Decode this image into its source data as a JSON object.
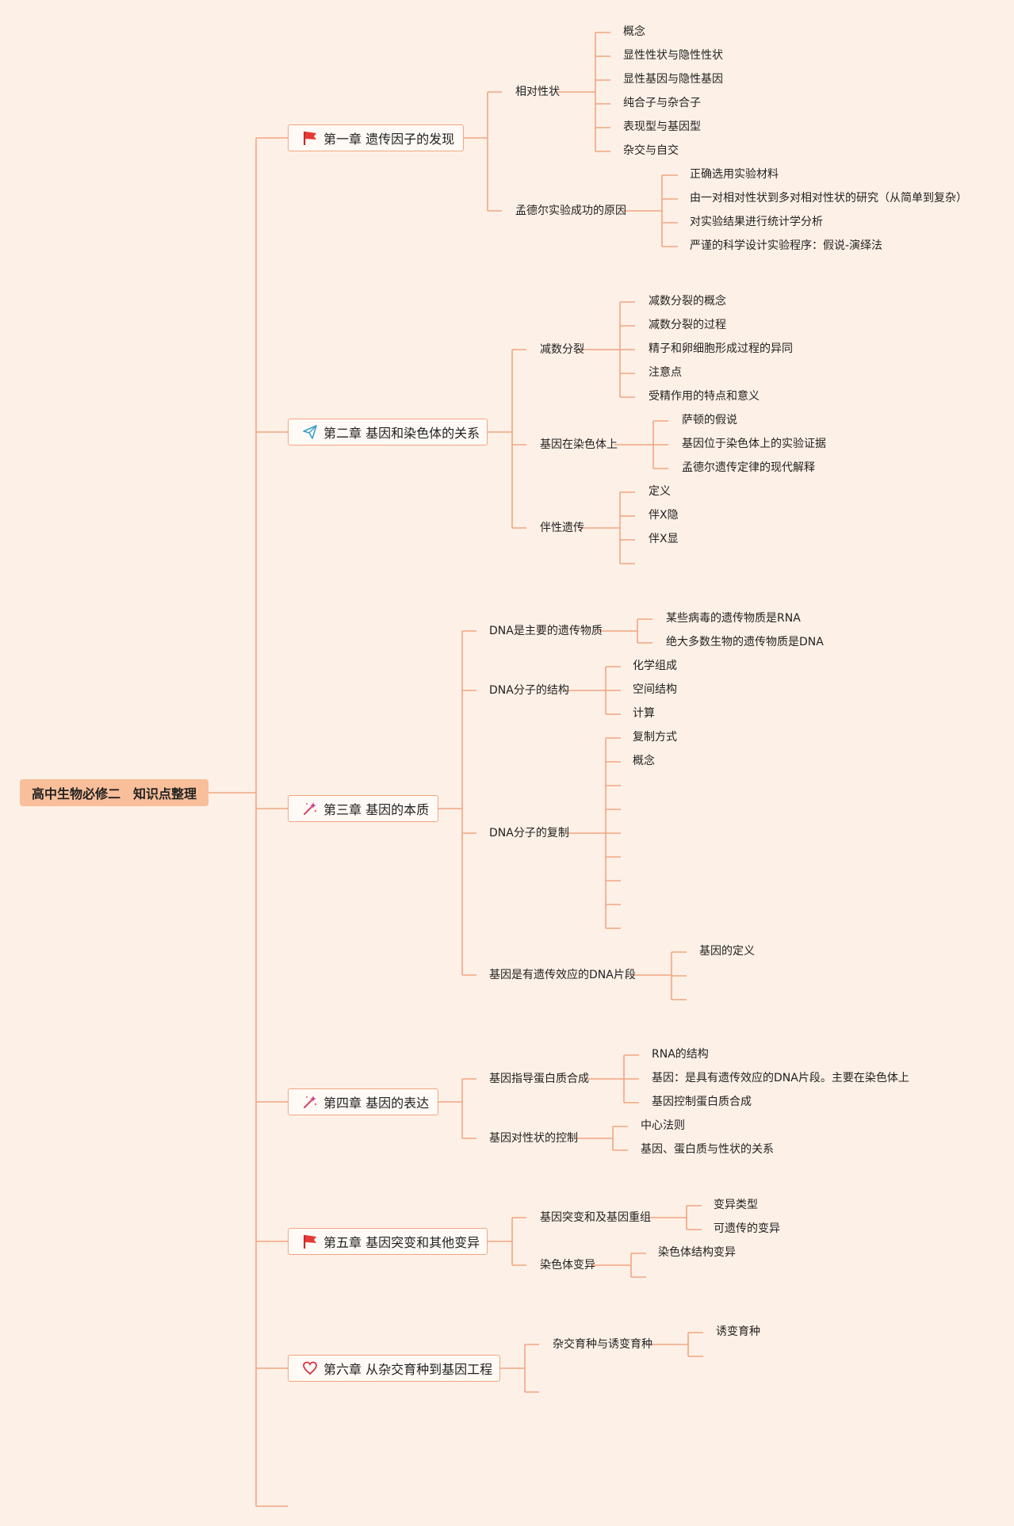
{
  "root": {
    "label": "高中生物必修二　知识点整理"
  },
  "chapters": [
    {
      "title": "第一章 遗传因子的发现",
      "icon": "red-flag-icon",
      "sections": [
        {
          "label": "相对性状",
          "items": [
            "概念",
            "显性性状与隐性性状",
            "显性基因与隐性基因",
            "纯合子与杂合子",
            "表现型与基因型",
            "杂交与自交"
          ]
        },
        {
          "label": "孟德尔实验成功的原因",
          "items": [
            "正确选用实验材料",
            "由一对相对性状到多对相对性状的研究（从简单到复杂）",
            "对实验结果进行统计学分析",
            "严谨的科学设计实验程序：假说-演绎法"
          ]
        }
      ]
    },
    {
      "title": "第二章 基因和染色体的关系",
      "icon": "paper-plane-icon",
      "sections": [
        {
          "label": "减数分裂",
          "items": [
            "减数分裂的概念",
            "减数分裂的过程",
            "精子和卵细胞形成过程的异同",
            "注意点",
            "受精作用的特点和意义"
          ]
        },
        {
          "label": "基因在染色体上",
          "items": [
            "萨顿的假说",
            "基因位于染色体上的实验证据",
            "孟德尔遗传定律的现代解释"
          ]
        },
        {
          "label": "伴性遗传",
          "items": [
            "定义",
            "伴X隐",
            "伴X显",
            ""
          ]
        }
      ]
    },
    {
      "title": "第三章 基因的本质",
      "icon": "magic-wand-icon",
      "sections": [
        {
          "label": "DNA是主要的遗传物质",
          "items": [
            "某些病毒的遗传物质是RNA",
            "绝大多数生物的遗传物质是DNA"
          ]
        },
        {
          "label": "DNA分子的结构",
          "items": [
            "化学组成",
            "空间结构",
            "计算"
          ]
        },
        {
          "label": "DNA分子的复制",
          "items": [
            "复制方式",
            "概念",
            "",
            "",
            "",
            "",
            "",
            "",
            ""
          ]
        },
        {
          "label": "基因是有遗传效应的DNA片段",
          "items": [
            "基因的定义",
            "",
            ""
          ]
        }
      ]
    },
    {
      "title": "第四章 基因的表达",
      "icon": "magic-wand-icon",
      "sections": [
        {
          "label": "基因指导蛋白质合成",
          "items": [
            "RNA的结构",
            "基因：是具有遗传效应的DNA片段。主要在染色体上",
            "基因控制蛋白质合成"
          ]
        },
        {
          "label": "基因对性状的控制",
          "items": [
            "中心法则",
            "基因、蛋白质与性状的关系"
          ]
        }
      ]
    },
    {
      "title": "第五章 基因突变和其他变异",
      "icon": "red-flag-icon",
      "sections": [
        {
          "label": "基因突变和及基因重组",
          "items": [
            "变异类型",
            "可遗传的变异"
          ]
        },
        {
          "label": "染色体变异",
          "items": [
            "染色体结构变异",
            ""
          ]
        }
      ]
    },
    {
      "title": "第六章 从杂交育种到基因工程",
      "icon": "heart-icon",
      "sections": [
        {
          "label": "杂交育种与诱变育种",
          "items": [
            "诱变育种",
            ""
          ]
        },
        {
          "label": "",
          "items": []
        }
      ]
    }
  ],
  "colors": {
    "line": "#f2a682",
    "background": "#fdf0e6",
    "root_fill": "#f9bf9a",
    "node_border": "#f2a682"
  }
}
